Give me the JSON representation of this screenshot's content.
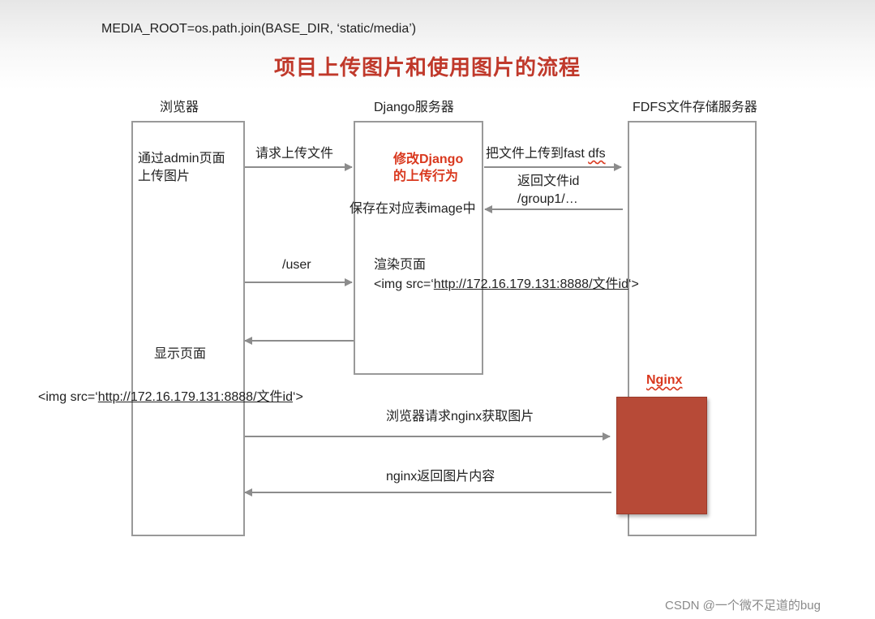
{
  "header": {
    "code_line": "MEDIA_ROOT=os.path.join(BASE_DIR, ‘static/media’)",
    "title": "项目上传图片和使用图片的流程"
  },
  "lanes": {
    "browser": "浏览器",
    "django": "Django服务器",
    "fdfs": "FDFS文件存储服务器"
  },
  "browser_box": {
    "line1": "通过admin页面",
    "line2": "上传图片",
    "show_page": "显示页面"
  },
  "django_box": {
    "modify_line1": "修改Django",
    "modify_line2": "的上传行为",
    "save_text": "保存在对应表image中",
    "render_title": "渲染页面",
    "render_img_prefix": "<img src=‘",
    "render_img_url": "http://172.16.179.131:8888/文件id",
    "render_img_suffix": "‘>"
  },
  "messages": {
    "request_upload": "请求上传文件",
    "upload_to_fdfs_prefix": "把文件上传到fast ",
    "upload_to_fdfs_word": "dfs",
    "return_id_line1": "返回文件id",
    "return_id_line2": "/group1/…",
    "user_path": "/user",
    "browser_request_nginx": "浏览器请求nginx获取图片",
    "nginx_return": "nginx返回图片内容"
  },
  "browser_img": {
    "prefix": "<img src=‘",
    "url": "http://172.16.179.131:8888/文件id",
    "suffix": "‘>"
  },
  "nginx": {
    "label": "Nginx",
    "color": "#b74a37"
  },
  "watermark": "CSDN @一个微不足道的bug",
  "colors": {
    "title": "#c0392b",
    "accent": "#d9381e",
    "line": "#8c8c8c"
  }
}
